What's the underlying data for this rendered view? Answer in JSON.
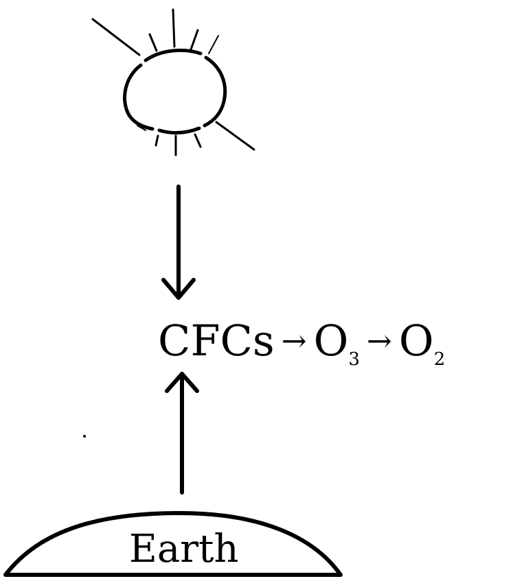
{
  "diagram": {
    "reaction": {
      "cfc_label": "CFCs",
      "ozone_label": "O",
      "ozone_subscript": "3",
      "oxygen_label": "O",
      "oxygen_subscript": "2",
      "arrow_symbol": "→"
    },
    "earth_label": "Earth",
    "icons": {
      "sun": "sun-icon",
      "earth": "earth-dome-icon",
      "down_arrow": "arrow-down-icon",
      "up_arrow": "arrow-up-icon"
    },
    "colors": {
      "ink": "#000000",
      "background": "#ffffff"
    }
  }
}
